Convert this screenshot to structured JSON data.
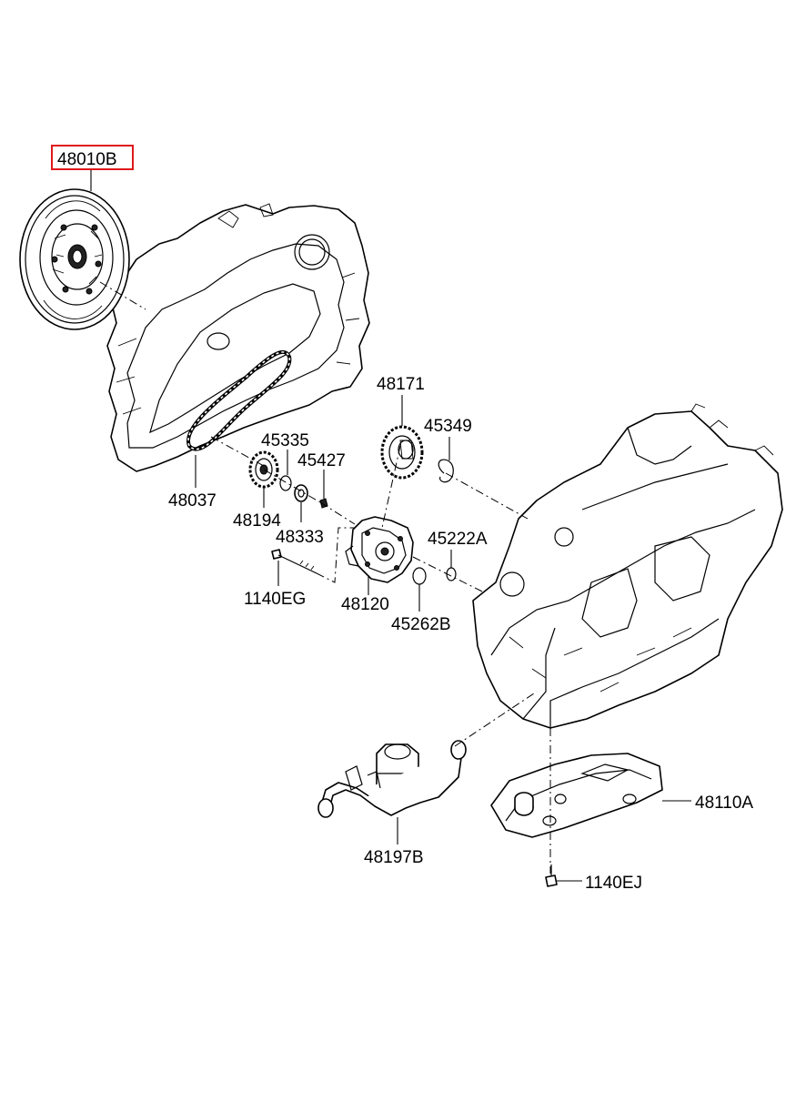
{
  "parts": [
    {
      "id": "p48010B",
      "label": "48010B",
      "highlighted": true
    },
    {
      "id": "p48171",
      "label": "48171",
      "highlighted": false
    },
    {
      "id": "p45349",
      "label": "45349",
      "highlighted": false
    },
    {
      "id": "p45335",
      "label": "45335",
      "highlighted": false
    },
    {
      "id": "p45427",
      "label": "45427",
      "highlighted": false
    },
    {
      "id": "p48037",
      "label": "48037",
      "highlighted": false
    },
    {
      "id": "p48194",
      "label": "48194",
      "highlighted": false
    },
    {
      "id": "p48333",
      "label": "48333",
      "highlighted": false
    },
    {
      "id": "p45222A",
      "label": "45222A",
      "highlighted": false
    },
    {
      "id": "p1140EG",
      "label": "1140EG",
      "highlighted": false
    },
    {
      "id": "p48120",
      "label": "48120",
      "highlighted": false
    },
    {
      "id": "p45262B",
      "label": "45262B",
      "highlighted": false
    },
    {
      "id": "p48110A",
      "label": "48110A",
      "highlighted": false
    },
    {
      "id": "p48197B",
      "label": "48197B",
      "highlighted": false
    },
    {
      "id": "p1140EJ",
      "label": "1140EJ",
      "highlighted": false
    }
  ],
  "colors": {
    "highlight": "#e0191b",
    "line": "#000000",
    "background": "#ffffff"
  }
}
